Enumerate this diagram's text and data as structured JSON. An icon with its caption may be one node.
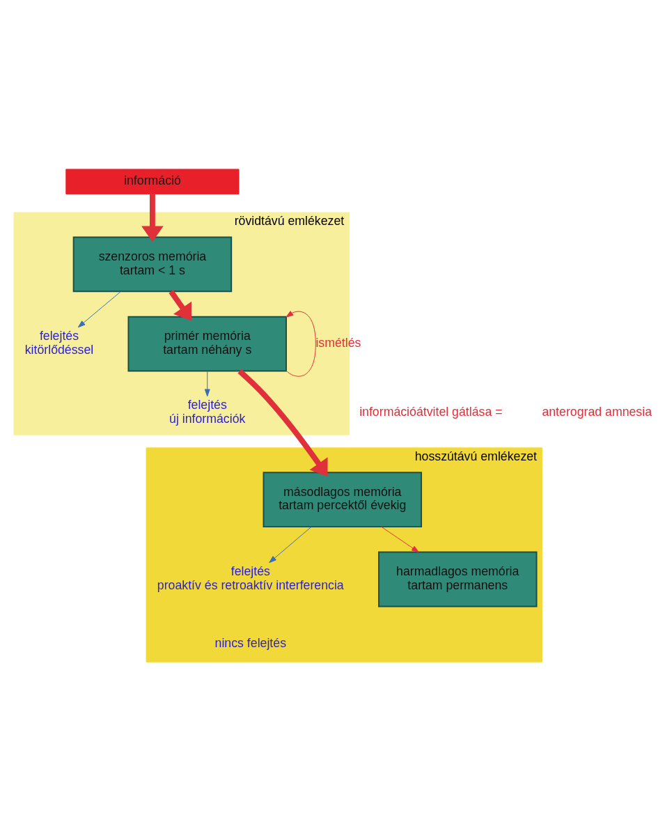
{
  "diagram": {
    "nodes": [
      {
        "text": [
          "információ"
        ]
      },
      {
        "text": [
          "rövidtávú emlékezet"
        ]
      },
      {
        "text": [
          "szenzoros memória",
          "tartam < 1 s"
        ],
        "in": 1
      },
      {
        "text": [
          "felejtés",
          "kitörlődéssel"
        ],
        "in": 1
      },
      {
        "text": [
          "primér memória",
          "tartam néhány s"
        ],
        "in": 1
      },
      {
        "text": [
          "felejtés",
          "új információk"
        ],
        "in": 1
      },
      {
        "text": [
          "hosszútávú emlékezet"
        ]
      },
      {
        "text": [
          "másodlagos memória",
          "tartam percektől évekig"
        ],
        "in": 6
      },
      {
        "text": [
          "felejtés",
          "proaktív és retroaktív interferencia"
        ],
        "in": 6
      },
      {
        "text": [
          "harmadlagos memória",
          "tartam permanens"
        ],
        "in": 6
      }
    ],
    "edges": [
      {
        "from": 0,
        "to": 2,
        "arrow": "to",
        "style": "thick"
      },
      {
        "from": 2,
        "to": 3,
        "arrow": "to",
        "color": "#3a6fb5"
      },
      {
        "from": 2,
        "to": 4,
        "arrow": "to",
        "style": "thick"
      },
      {
        "from": 4,
        "to": 4,
        "arrow": "to",
        "label": "ismétlés"
      },
      {
        "from": 4,
        "to": 5,
        "arrow": "to",
        "color": "#3a6fb5"
      },
      {
        "from": 4,
        "to": 7,
        "arrow": "to",
        "style": "thick"
      },
      {
        "from": 7,
        "to": 8,
        "arrow": "to",
        "color": "#3a6fb5"
      },
      {
        "from": 7,
        "to": 9,
        "arrow": "to"
      }
    ],
    "labels": [
      "információátvitel gátlása =",
      "anterograd amnesia",
      "nincs felejtés"
    ]
  }
}
